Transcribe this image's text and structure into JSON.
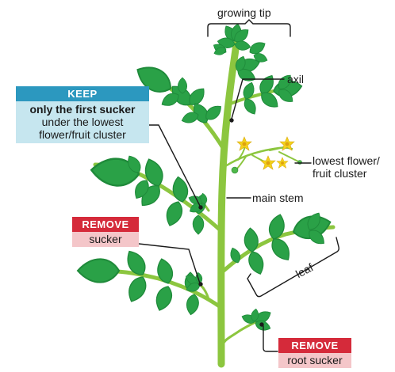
{
  "labels": {
    "growing_tip": "growing tip",
    "axil": "axil",
    "lowest_flower_line1": "lowest flower/",
    "lowest_flower_line2": "fruit cluster",
    "main_stem": "main stem",
    "leaf": "leaf"
  },
  "keep_callout": {
    "header": "KEEP",
    "line1": "only the first sucker",
    "line2": "under the lowest",
    "line3": "flower/fruit cluster"
  },
  "remove_sucker_callout": {
    "header": "REMOVE",
    "body": "sucker"
  },
  "remove_root_callout": {
    "header": "REMOVE",
    "body": "root sucker"
  },
  "colors": {
    "stem": "#8cc63f",
    "leaf_dark": "#1f8a3a",
    "leaf_mid": "#2aa147",
    "flower": "#f4d21c",
    "keep_header": "#2c98bf",
    "keep_body": "#c6e6ef",
    "remove_header": "#d52a3a",
    "remove_body": "#f4c6c9"
  }
}
